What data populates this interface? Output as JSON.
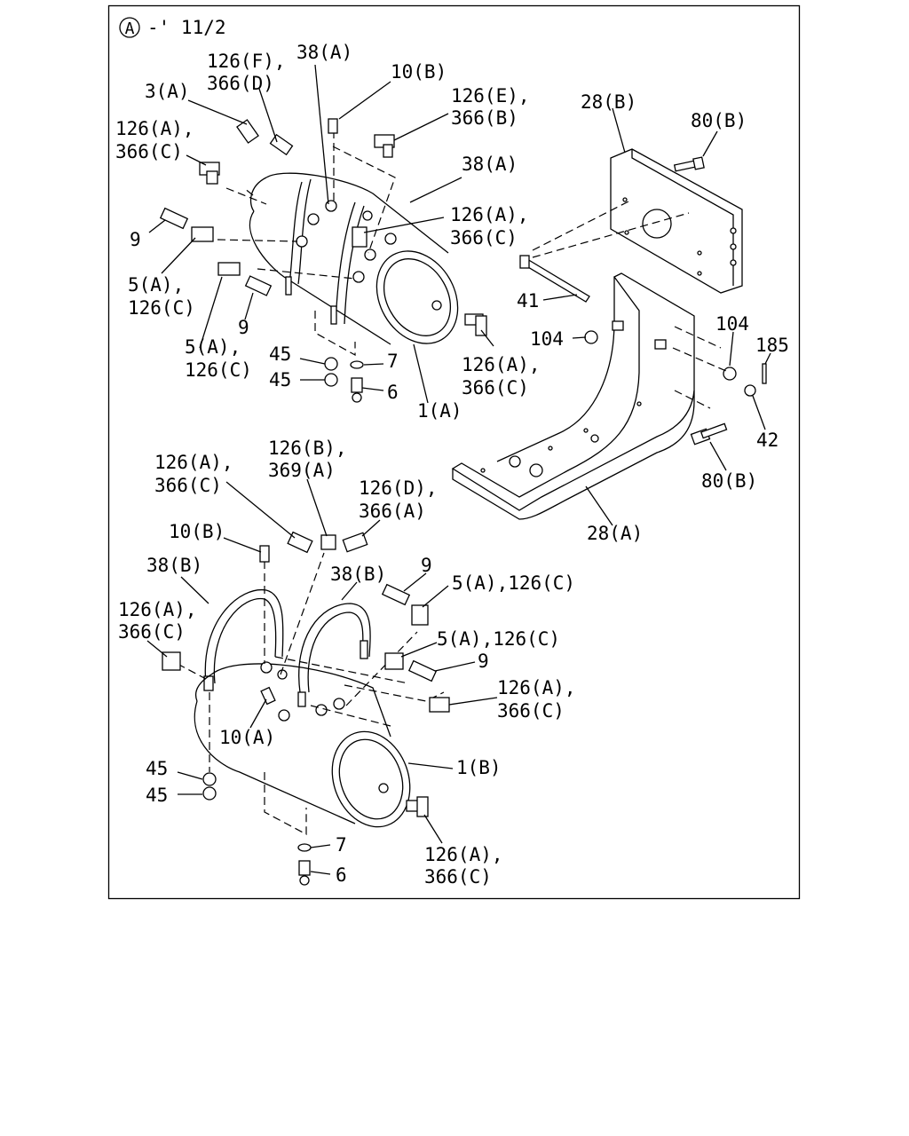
{
  "header": {
    "circle_letter": "A",
    "code": "-' 11/2"
  },
  "upper": {
    "l_126F_366D": [
      "126(F),",
      "366(D)"
    ],
    "l_38A_top": "38(A)",
    "l_10B": "10(B)",
    "l_3A": "3(A)",
    "l_126E_366B": [
      "126(E),",
      "366(B)"
    ],
    "l_126A_366C_left": [
      "126(A),",
      "366(C)"
    ],
    "l_38A_right": "38(A)",
    "l_126A_366C_mid": [
      "126(A),",
      "366(C)"
    ],
    "l_9_a": "9",
    "l_5A_126C_a": [
      "5(A),",
      "126(C)"
    ],
    "l_9_b": "9",
    "l_5A_126C_b": [
      "5(A),",
      "126(C)"
    ],
    "l_45_a": "45",
    "l_45_b": "45",
    "l_7": "7",
    "l_6": "6",
    "l_1A": "1(A)",
    "l_126A_366C_end": [
      "126(A),",
      "366(C)"
    ]
  },
  "bracket": {
    "l_28B": "28(B)",
    "l_80B_top": "80(B)",
    "l_41": "41",
    "l_104_left": "104",
    "l_104_right": "104",
    "l_185": "185",
    "l_42": "42",
    "l_80B_bottom": "80(B)",
    "l_28A": "28(A)"
  },
  "lower": {
    "l_126A_366C_top": [
      "126(A),",
      "366(C)"
    ],
    "l_126B_369A": [
      "126(B),",
      "369(A)"
    ],
    "l_126D_366A": [
      "126(D),",
      "366(A)"
    ],
    "l_10B": "10(B)",
    "l_38B_left": "38(B)",
    "l_9_a": "9",
    "l_38B_right": "38(B)",
    "l_5A_126C_a": "5(A),126(C)",
    "l_126A_366C_left": [
      "126(A),",
      "366(C)"
    ],
    "l_5A_126C_b": "5(A),126(C)",
    "l_9_b": "9",
    "l_126A_366C_right": [
      "126(A),",
      "366(C)"
    ],
    "l_10A": "10(A)",
    "l_1B": "1(B)",
    "l_45_a": "45",
    "l_45_b": "45",
    "l_7": "7",
    "l_6": "6",
    "l_126A_366C_end": [
      "126(A),",
      "366(C)"
    ]
  }
}
